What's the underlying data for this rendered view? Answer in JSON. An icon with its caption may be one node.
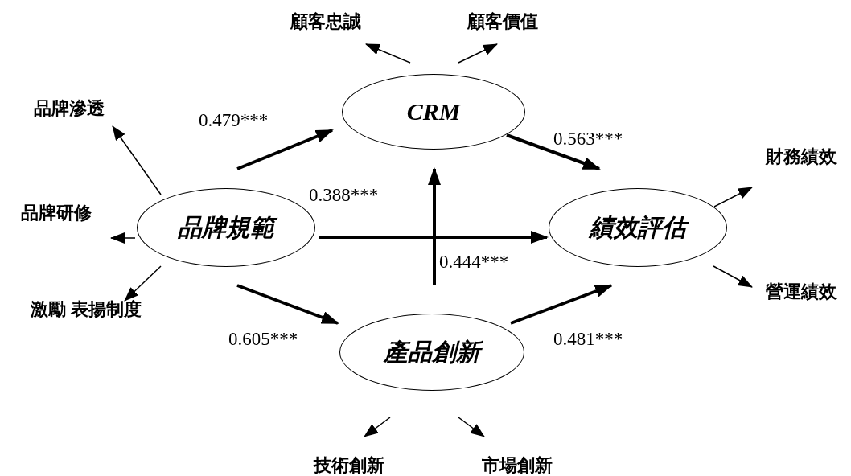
{
  "diagram": {
    "nodes": [
      {
        "text": [
          "CRM"
        ]
      },
      {
        "text": [
          "品牌規範"
        ]
      },
      {
        "text": [
          "績效評估"
        ]
      },
      {
        "text": [
          "產品創新"
        ]
      },
      {
        "text": [
          "顧客忠誠"
        ]
      },
      {
        "text": [
          "顧客價值"
        ]
      },
      {
        "text": [
          "品牌滲透"
        ]
      },
      {
        "text": [
          "品牌研修"
        ]
      },
      {
        "text": [
          "激勵 表揚制度"
        ]
      },
      {
        "text": [
          "財務績效"
        ]
      },
      {
        "text": [
          "營運績效"
        ]
      },
      {
        "text": [
          "技術創新"
        ]
      },
      {
        "text": [
          "市場創新"
        ]
      }
    ],
    "edges": [
      {
        "from": 1,
        "to": 0,
        "arrow": "to",
        "label": "0.479***",
        "style": "thick"
      },
      {
        "from": 0,
        "to": 2,
        "arrow": "to",
        "label": "0.563***",
        "style": "thick"
      },
      {
        "from": 1,
        "to": 2,
        "arrow": "to",
        "label": "0.388***",
        "style": "thick"
      },
      {
        "from": 3,
        "to": 0,
        "arrow": "to",
        "label": "0.444***",
        "style": "thick"
      },
      {
        "from": 1,
        "to": 3,
        "arrow": "to",
        "label": "0.605***",
        "style": "thick"
      },
      {
        "from": 3,
        "to": 2,
        "arrow": "to",
        "label": "0.481***",
        "style": "thick"
      },
      {
        "from": 0,
        "to": 4,
        "arrow": "to"
      },
      {
        "from": 0,
        "to": 5,
        "arrow": "to"
      },
      {
        "from": 1,
        "to": 6,
        "arrow": "to"
      },
      {
        "from": 1,
        "to": 7,
        "arrow": "to"
      },
      {
        "from": 1,
        "to": 8,
        "arrow": "to"
      },
      {
        "from": 2,
        "to": 9,
        "arrow": "to"
      },
      {
        "from": 2,
        "to": 10,
        "arrow": "to"
      },
      {
        "from": 3,
        "to": 11,
        "arrow": "to"
      },
      {
        "from": 3,
        "to": 12,
        "arrow": "to"
      }
    ]
  }
}
